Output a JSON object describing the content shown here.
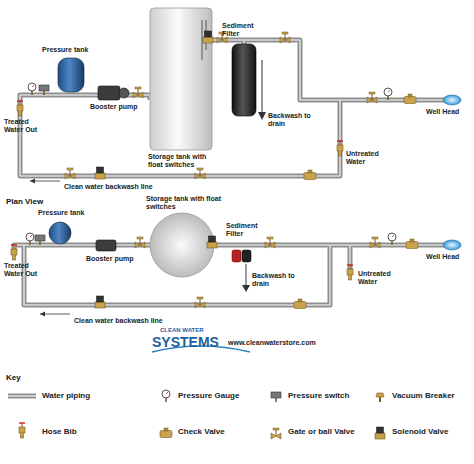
{
  "diagram": {
    "labels": [
      "Pressure tank",
      "Booster pump",
      "Storage tank with float switches",
      "Sediment Filter",
      "Backwash to drain",
      "Treated Water Out",
      "Clean water backwash line",
      "Untreated Water",
      "Well Head",
      "Plan View",
      "Pressure tank",
      "Storage tank with float switches",
      "Sediment Filter",
      "Booster pump",
      "Backwash to drain",
      "Treated Water Out",
      "Untreated Water",
      "Well Head",
      "Clean water backwash line",
      "CLEAN WATER",
      "SYSTEMS",
      "www.cleanwaterstore.com",
      "Key"
    ],
    "legend": [
      {
        "text": "Water piping"
      },
      {
        "text": "Pressure Gauge"
      },
      {
        "text": "Pressure switch"
      },
      {
        "text": "Vacuum Breaker"
      },
      {
        "text": "Hose Bib"
      },
      {
        "text": "Check Valve"
      },
      {
        "text": "Gate or ball Valve"
      },
      {
        "text": "Solenoid Valve"
      }
    ]
  }
}
